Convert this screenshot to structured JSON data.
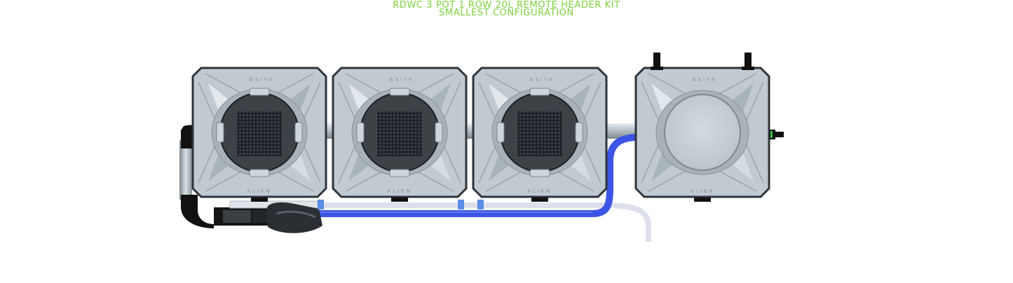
{
  "header": {
    "title_line1": "RDWC 3 POT 1 ROW 20L REMOTE HEADER KIT",
    "title_line2": "SMALLEST CONFIGURATION"
  },
  "pots": [
    {
      "brand_top": "ALIEN",
      "brand_bottom": "ALIEN"
    },
    {
      "brand_top": "ALIEN",
      "brand_bottom": "ALIEN"
    },
    {
      "brand_top": "ALIEN",
      "brand_bottom": "ALIEN"
    }
  ],
  "header_tank": {
    "brand_top": "ALIEN",
    "brand_bottom": "ALIEN"
  },
  "colors": {
    "title": "#7bd13a",
    "tank_body": "#bfc8cf",
    "tank_outline": "#2f3439",
    "blue_hose": "#3d55e6",
    "pipe": "#b7c0c6",
    "fitting": "#111111",
    "drain_hose": "#dde0ec"
  }
}
